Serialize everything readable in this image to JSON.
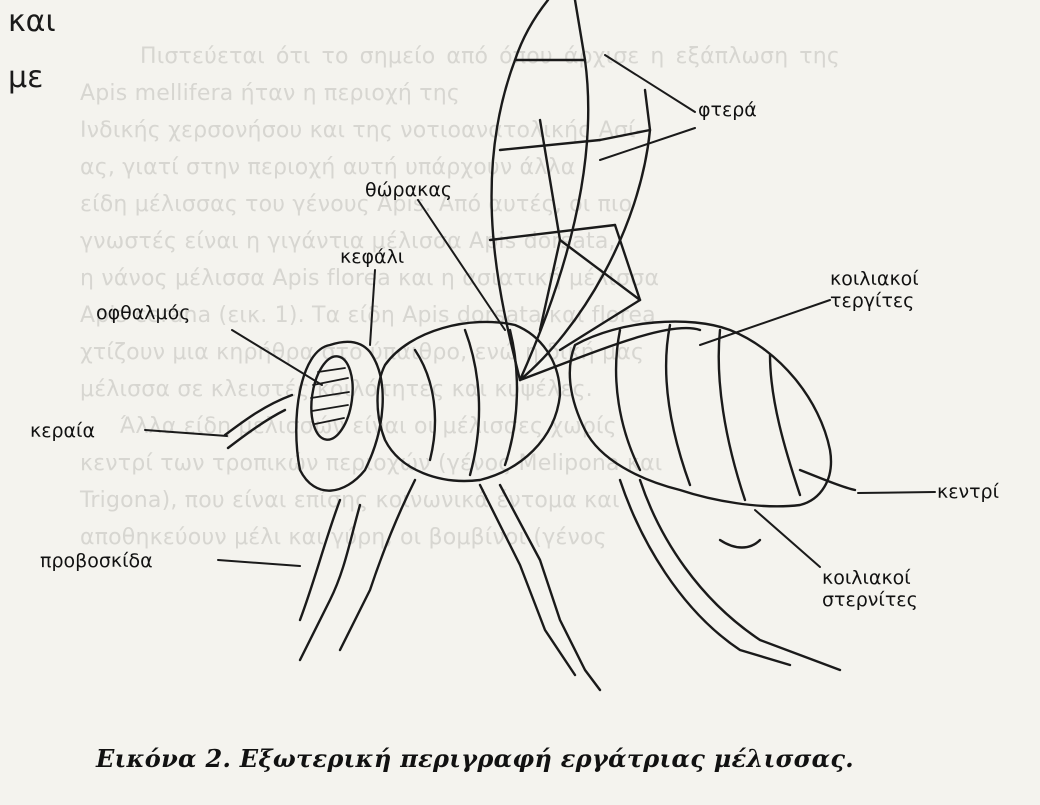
{
  "margin_fragments": [
    "και",
    "με"
  ],
  "background_text": [
    "Πιστεύεται ότι το σημείο από όπου άρχισε η εξάπλωση της Apis mellifera ήταν η περιοχή της",
    "Ινδικής χερσονήσου και της νοτιοανατολικής Ασί-",
    "ας, γιατί στην περιοχή αυτή υπάρχουν άλλα",
    "είδη μέλισσας του γένους Apis. Από αυτές, οι πιο",
    "γνωστές είναι η γιγάντια μέλισσα Apis dorsata,",
    "η νάνος μέλισσα Apis florea και η ασιατική μέλισσα",
    "Apis cerana (εικ. 1). Τα είδη Apis dorsata και florea",
    "χτίζουν μια κηρήθρα στο ύπαιθρο, ενώ η δική μας",
    "μέλισσα σε κλειστές κοιλότητες και κυψέλες.",
    "Άλλα είδη μελισσών είναι οι μέλισσες χωρίς",
    "κεντρί των τροπικών περιοχών (γένος Melipona και",
    "Trigona), που είναι επίσης κοινωνικά έντομα και",
    "αποθηκεύουν μέλι και γύρη, οι βομβίνοι (γένος"
  ],
  "labels": {
    "wings": "φτερά",
    "thorax": "θώρακας",
    "head": "κεφάλι",
    "eye": "οφθαλμός",
    "antenna": "κεραία",
    "proboscis": "προβοσκίδα",
    "tergites": [
      "κοιλιακοί",
      "τεργίτες"
    ],
    "sting": "κεντρί",
    "sternites": [
      "κοιλιακοί",
      "στερνίτες"
    ]
  },
  "caption": "Εικόνα 2. Εξωτερική περιγραφή εργάτριας μέλισσας."
}
